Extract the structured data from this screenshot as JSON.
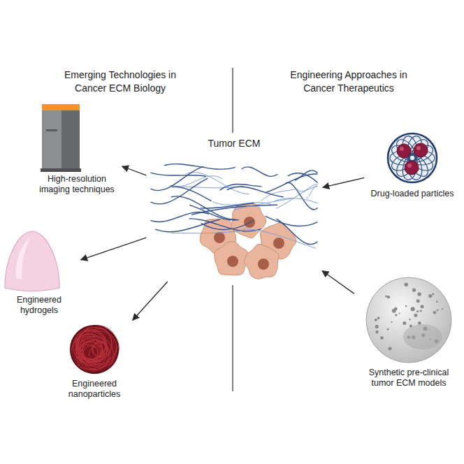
{
  "diagram": {
    "nodes": [
      {
        "text": [
          "Tumor ECM"
        ]
      },
      {
        "text": [
          "High-resolution imaging techniques"
        ]
      },
      {
        "text": [
          "Engineered hydrogels"
        ]
      },
      {
        "text": [
          "Engineered nanoparticles"
        ]
      },
      {
        "text": [
          "Drug-loaded particles"
        ]
      },
      {
        "text": [
          "Synthetic pre-clinical tumor ECM models"
        ]
      }
    ],
    "edges": [
      {
        "from": 0,
        "to": 1,
        "arrow": "to"
      },
      {
        "from": 0,
        "to": 2,
        "arrow": "to"
      },
      {
        "from": 0,
        "to": 3,
        "arrow": "to"
      },
      {
        "from": 4,
        "to": 0,
        "arrow": "to"
      },
      {
        "from": 5,
        "to": 0,
        "arrow": "to"
      }
    ],
    "labels": [
      "Emerging Technologies in Cancer ECM Biology",
      "Engineering Approaches in Cancer Therapeutics"
    ]
  }
}
